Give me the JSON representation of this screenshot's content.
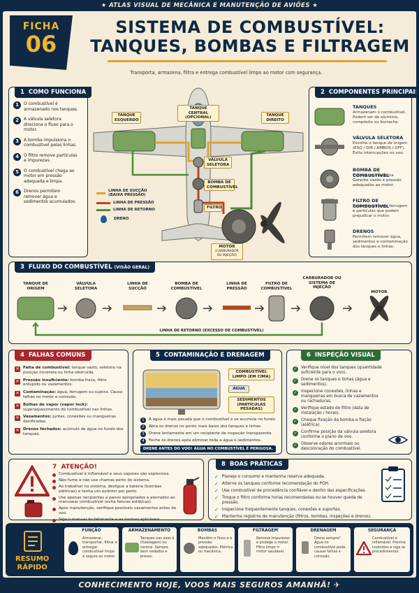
{
  "header": {
    "top_band": "★  ATLAS VISUAL DE MECÂNICA E MANUTENÇÃO DE AVIÕES  ★",
    "ficha_label": "FICHA",
    "ficha_number": "06",
    "title_line1": "SISTEMA DE COMBUSTÍVEL:",
    "title_line2": "TANQUES, BOMBAS E FILTRAGEM",
    "subtitle": "Transporta, armazena, filtra e entrega combustível limpo ao motor com segurança."
  },
  "como_funciona": {
    "number": "1",
    "title": "COMO FUNCIONA",
    "steps": [
      {
        "n": "1",
        "text": "O combustível é armazenado nos tanques."
      },
      {
        "n": "2",
        "text": "A válvula seletora direciona o fluxo para o motor."
      },
      {
        "n": "3",
        "text": "A bomba impulsiona o combustível pelas linhas."
      },
      {
        "n": "4",
        "text": "O filtro remove partículas e impurezas."
      },
      {
        "n": "5",
        "text": "O combustível chega ao motor em pressão adequada e limpa."
      },
      {
        "n": "6",
        "text": "Drenos permitem remover água e sedimentos acumulados."
      }
    ]
  },
  "diagram": {
    "labels": {
      "tanque_esquerdo": "TANQUE ESQUERDO",
      "tanque_central": "TANQUE CENTRAL (OPCIONAL)",
      "tanque_direito": "TANQUE DIREITO",
      "valvula": "VÁLVULA SELETORA",
      "bomba": "BOMBA DE COMBUSTÍVEL",
      "filtro": "FILTRO",
      "motor": "MOTOR",
      "motor_sub": "(CARBURADOR OU INJEÇÃO)"
    },
    "legend": [
      {
        "label": "LINHA DE SUCÇÃO (BAIXA PRESSÃO)",
        "color": "#e0a32a"
      },
      {
        "label": "LINHA DE PRESSÃO",
        "color": "#b5481f"
      },
      {
        "label": "LINHA DE RETORNO",
        "color": "#4d8a3c"
      },
      {
        "label": "DRENO",
        "color": "#1f5b94"
      }
    ]
  },
  "componentes": {
    "number": "2",
    "title": "COMPONENTES PRINCIPAIS",
    "items": [
      {
        "title": "TANQUES",
        "desc": "Armazenam o combustível. Podem ser de alumínio, compósito ou borracha."
      },
      {
        "title": "VÁLVULA SELETORA",
        "desc": "Escolhe o tanque de origem (ESQ / DIR / AMBOS / OFF). Evita interrupções no voo."
      },
      {
        "title": "BOMBA DE COMBUSTÍVEL",
        "desc": "Elétrica ou mecânica. Garante vazão e pressão adequadas ao motor."
      },
      {
        "title": "FILTRO DE COMBUSTÍVEL",
        "desc": "Retém impurezas, ferrugem e partículas que podem prejudicar o motor."
      },
      {
        "title": "DRENOS",
        "desc": "Permitem remover água, sedimentos e contaminação dos tanques e linhas."
      }
    ]
  },
  "fluxo": {
    "number": "3",
    "title": "FLUXO DO COMBUSTÍVEL",
    "title_sub": "(VISÃO GERAL)",
    "items": [
      "TANQUE DE ORIGEM",
      "VÁLVULA SELETORA",
      "LINHA DE SUCÇÃO",
      "BOMBA DE COMBUSTÍVEL",
      "LINHA DE PRESSÃO",
      "FILTRO DE COMBUSTÍVEL",
      "CARBURADOR OU SISTEMA DE INJEÇÃO",
      "MOTOR"
    ],
    "retorno": "LINHA DE RETORNO (EXCESSO DE COMBUSTÍVEL)"
  },
  "falhas": {
    "number": "4",
    "title": "FALHAS COMUNS",
    "items": [
      {
        "b": "Falta de combustível:",
        "t": " tanque vazio, seletora na posição incorreta ou linha obstruída."
      },
      {
        "b": "Pressão insuficiente:",
        "t": " bomba fraca, filtro entupido ou vazamentos."
      },
      {
        "b": "Contaminação:",
        "t": " água, ferrugem ou sujeira. Causa falhas no motor e corrosão."
      },
      {
        "b": "Bolhas de vapor (vapor lock):",
        "t": " superaquecimento do combustível nas linhas."
      },
      {
        "b": "Vazamentos:",
        "t": " juntas, conexões ou mangueiras danificadas."
      },
      {
        "b": "Drenos fechados:",
        "t": " acúmulo de água no fundo dos tanques."
      }
    ]
  },
  "contaminacao": {
    "number": "5",
    "title": "CONTAMINAÇÃO E DRENAGEM",
    "labels": {
      "limpo": "COMBUSTÍVEL LIMPO (EM CIMA)",
      "agua": "ÁGUA",
      "sedimentos": "SEDIMENTOS (PARTÍCULAS PESADAS)"
    },
    "steps": [
      {
        "n": "1",
        "text": "A água é mais pesada que o combustível e se acumula no fundo."
      },
      {
        "n": "2",
        "text": "Abra os drenos no ponto mais baixo dos tanques e linhas."
      },
      {
        "n": "3",
        "text": "Drene lentamente em um recipiente de inspeção transparente."
      },
      {
        "n": "4",
        "text": "Feche os drenos após eliminar toda a água e sedimentos."
      }
    ],
    "warning": "DRENE ANTES DO VOO! ÁGUA NO COMBUSTÍVEL É PERIGOSA."
  },
  "inspecao": {
    "number": "6",
    "title": "INSPEÇÃO VISUAL",
    "items": [
      "Verifique nível dos tanques (quantidade suficiente para o voo).",
      "Drene os tanques e linhas (água e sedimentos).",
      "Inspecione conexões, linhas e mangueiras em busca de vazamentos ou rachaduras.",
      "Verifique estado do filtro (data de instalação / horas).",
      "Cheque fixação da bomba e fiação (elétrica).",
      "Confirme posição da válvula seletora conforme o plano de voo.",
      "Observe odores anormais ou descoloração do combustível."
    ]
  },
  "atencao": {
    "number": "7",
    "title": "ATENÇÃO!",
    "items": [
      "Combustível é inflamável e seus vapores são explosivos.",
      "Não fume e não use chamas perto do sistema.",
      "Ao trabalhar no sistema, desligue a bateria (bombas elétricas) e tenha um extintor por perto.",
      "Use apenas recipientes e panos apropriados e aterrados ao manusear combustível (evita faíscas estáticas).",
      "Após manutenção, verifique possíveis vazamentos antes do voo.",
      "Siga o manual do fabricante e as normas aplicáveis."
    ]
  },
  "boas_praticas": {
    "number": "8",
    "title": "BOAS PRÁTICAS",
    "items": [
      "Planeje o consumo e mantenha reserva adequada.",
      "Alterne os tanques conforme recomendação do POH.",
      "Use combustível de procedência confiável e dentro das especificações.",
      "Troque o filtro conforme horas recomendadas ou se houver queda de pressão.",
      "Inspecione frequentemente tanques, conexões e suportes.",
      "Mantenha registros de manutenção (filtros, bombas, inspeções e drenos)."
    ]
  },
  "resumo": {
    "title_line1": "RESUMO",
    "title_line2": "RÁPIDO",
    "items": [
      {
        "h": "FUNÇÃO",
        "d": "Armazenar, transportar, filtrar e entregar combustível limpo e seguro ao motor."
      },
      {
        "h": "ARMAZENAMENTO",
        "d": "Tanques nas asas e (fuselagem) ou central. Sempre bem vedados e presos."
      },
      {
        "h": "BOMBAS",
        "d": "Mantêm o fluxo e a pressão adequados. Elétrica ou mecânica."
      },
      {
        "h": "FILTRAGEM",
        "d": "Remove impurezas e protege o motor. Filtro limpo = motor saudável."
      },
      {
        "h": "DRENAGEM",
        "d": "Drene sempre! Água no combustível pode causar falhas e corrosão."
      },
      {
        "h": "SEGURANÇA",
        "d": "Combustível é inflamável. Previna incêndios e siga os procedimentos."
      }
    ]
  },
  "footer": {
    "text": "CONHECIMENTO HOJE, VOOS MAIS SEGUROS AMANHÃ! ✈"
  },
  "colors": {
    "navy": "#0f2844",
    "red": "#a9262b",
    "green": "#2e6c36",
    "gold": "#e0a32a",
    "paper": "#f4ecd8"
  }
}
